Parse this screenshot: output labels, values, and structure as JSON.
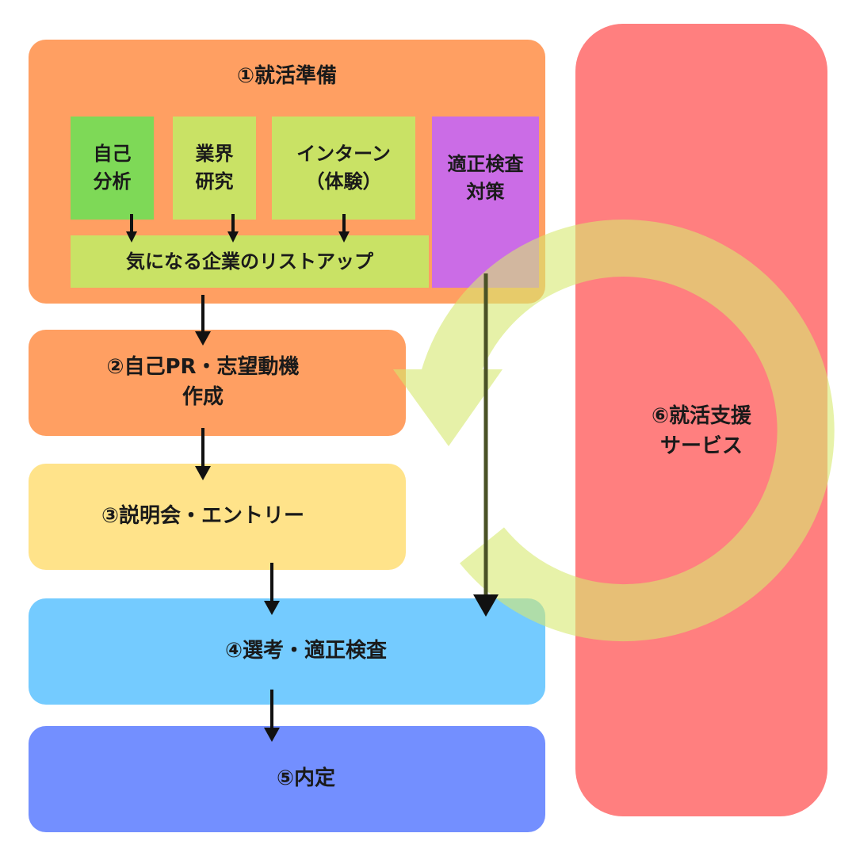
{
  "steps": {
    "prep": {
      "title": "①就活準備",
      "color": "#FF9F62"
    },
    "pr": {
      "title": "②自己PR・志望動機\n作成",
      "color": "#FF9F62"
    },
    "entry": {
      "title": "③説明会・エントリー",
      "color": "#FFE38A"
    },
    "selection": {
      "title": "④選考・適正検査",
      "color": "#74CBFF"
    },
    "offer": {
      "title": "⑤内定",
      "color": "#738FFF"
    },
    "support": {
      "title": "⑥就活支援\nサービス",
      "color": "#FF7F7F"
    }
  },
  "prep_items": {
    "self_analysis": {
      "label": "自己\n分析",
      "color": "#7ED957"
    },
    "industry_research": {
      "label": "業界\n研究",
      "color": "#C9E265"
    },
    "internship": {
      "label": "インターン\n（体験）",
      "color": "#C9E265"
    },
    "aptitude_prep": {
      "label": "適正検査\n対策",
      "color": "#CB6CE6"
    },
    "company_list": {
      "label": "気になる企業のリストアップ",
      "color": "#C9E265"
    }
  },
  "cycle_color": "#D7E96F"
}
